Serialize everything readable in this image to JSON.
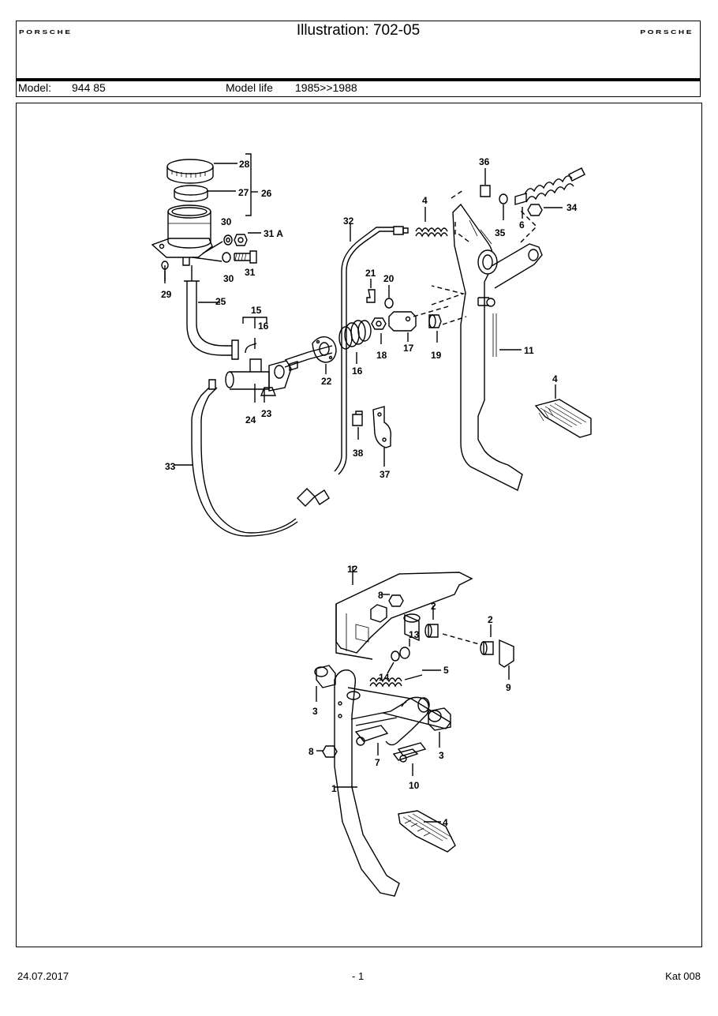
{
  "header": {
    "title": "Illustration: 702-05",
    "brand_logo_left": "PORSCHE",
    "brand_logo_right": "PORSCHE"
  },
  "model_bar": {
    "model_label": "Model:",
    "model_value": "944 85",
    "model_life_label": "Model life",
    "model_life_value": "1985>>1988"
  },
  "callouts": {
    "c28": "28",
    "c27": "27",
    "c26": "26",
    "c30a": "30",
    "c31a": "31 A",
    "c30b": "30",
    "c31": "31",
    "c29": "29",
    "c25": "25",
    "c15": "15",
    "c16a": "16",
    "c32": "32",
    "c4a": "4",
    "c36": "36",
    "c34": "34",
    "c35": "35",
    "c6": "6",
    "c21": "21",
    "c20": "20",
    "c18": "18",
    "c17": "17",
    "c19": "19",
    "c11": "11",
    "c22": "22",
    "c16b": "16",
    "c24": "24",
    "c23": "23",
    "c33": "33",
    "c38": "38",
    "c37": "37",
    "c4b": "4",
    "c12": "12",
    "c8a": "8",
    "c2a": "2",
    "c2b": "2",
    "c13": "13",
    "c14": "14",
    "c5": "5",
    "c9": "9",
    "c3a": "3",
    "c3b": "3",
    "c8b": "8",
    "c7": "7",
    "c10": "10",
    "c1": "1",
    "c4c": "4"
  },
  "footer": {
    "date": "24.07.2017",
    "page": "- 1",
    "catalog": "Kat 008"
  }
}
